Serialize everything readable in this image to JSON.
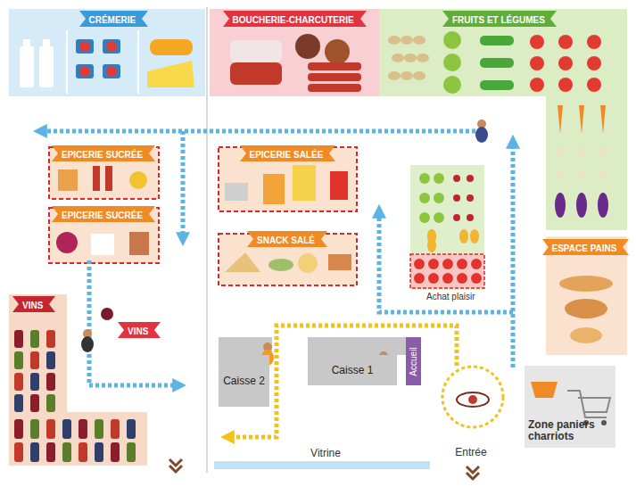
{
  "diagram": {
    "nodes": [
      {
        "text": [
          "CRÉMERIE"
        ]
      },
      {
        "text": [
          "BOUCHERIE-CHARCUTERIE"
        ]
      },
      {
        "text": [
          "FRUITS ET LÉGUMES"
        ]
      },
      {
        "text": [
          "EPICERIE SUCRÉE"
        ]
      },
      {
        "text": [
          "EPICERIE SUCRÉE"
        ]
      },
      {
        "text": [
          "EPICERIE SALÉE"
        ]
      },
      {
        "text": [
          "SNACK SALÉ"
        ]
      },
      {
        "text": [
          "VINS"
        ]
      },
      {
        "text": [
          "VINS"
        ]
      },
      {
        "text": [
          "ESPACE PAINS"
        ]
      },
      {
        "text": [
          "Caisse 2"
        ]
      },
      {
        "text": [
          "Caisse 1"
        ]
      },
      {
        "text": [
          "Accueil"
        ]
      },
      {
        "text": [
          "Zone paniers charriots"
        ]
      }
    ],
    "labels": [
      "Achat plaisir",
      "Vitrine",
      "Entrée"
    ]
  }
}
